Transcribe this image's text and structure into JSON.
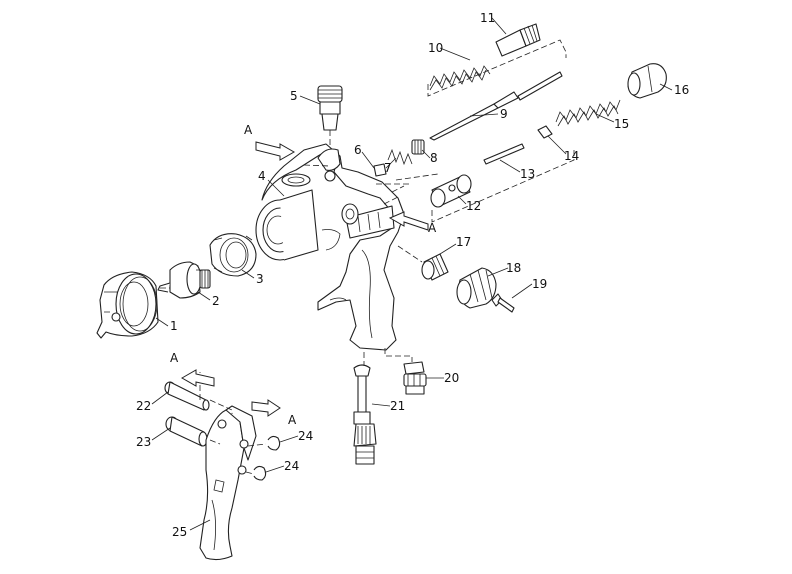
{
  "callouts": {
    "p1": "1",
    "p2": "2",
    "p3": "3",
    "p4": "4",
    "p5": "5",
    "p6": "6",
    "p7": "7",
    "p8": "8",
    "p9": "9",
    "p10": "10",
    "p11": "11",
    "p12": "12",
    "p13": "13",
    "p14": "14",
    "p15": "15",
    "p16": "16",
    "p17": "17",
    "p18": "18",
    "p19": "19",
    "p20": "20",
    "p21": "21",
    "p22": "22",
    "p23": "23",
    "p24a": "24",
    "p24b": "24",
    "p25": "25"
  },
  "view_markers": {
    "a1": "A",
    "a2": "A",
    "a3": "A",
    "a4": "A"
  }
}
